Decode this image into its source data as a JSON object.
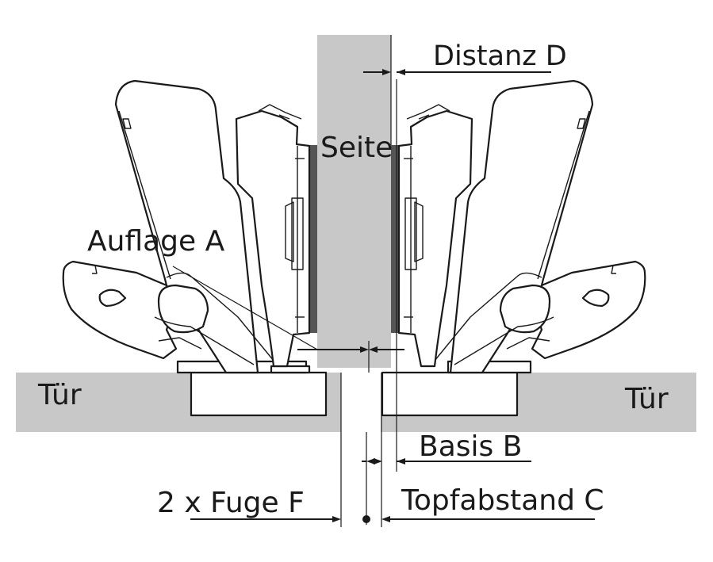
{
  "labels": {
    "seite": "Seite",
    "distanz": "Distanz D",
    "auflage": "Auflage A",
    "tuer_left": "Tür",
    "tuer_right": "Tür",
    "basis": "Basis B",
    "fuge": "2 x Fuge F",
    "topfabstand": "Topfabstand C"
  },
  "colors": {
    "panel_gray": "#c8c8c8",
    "plate_dark": "#555555",
    "line": "#1a1a1a"
  }
}
